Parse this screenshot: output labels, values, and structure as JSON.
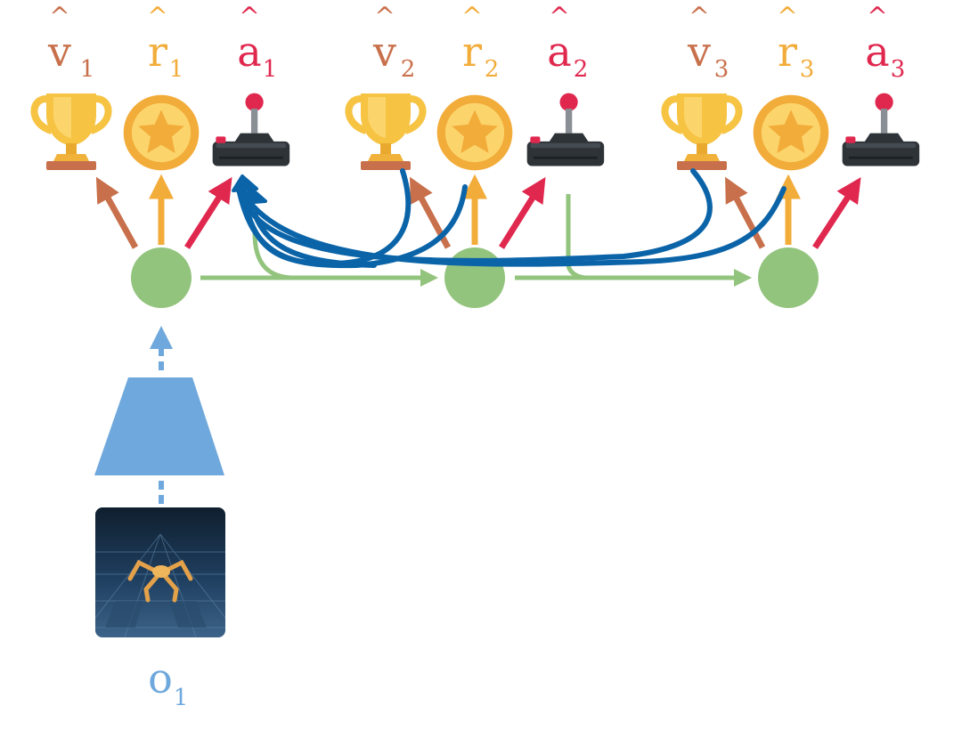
{
  "labels": {
    "v1": {
      "base": "v",
      "sub": "1"
    },
    "r1": {
      "base": "r",
      "sub": "1"
    },
    "a1": {
      "base": "a",
      "sub": "1"
    },
    "v2": {
      "base": "v",
      "sub": "2"
    },
    "r2": {
      "base": "r",
      "sub": "2"
    },
    "a2": {
      "base": "a",
      "sub": "2"
    },
    "v3": {
      "base": "v",
      "sub": "3"
    },
    "r3": {
      "base": "r",
      "sub": "3"
    },
    "a3": {
      "base": "a",
      "sub": "3"
    },
    "o1": {
      "base": "o",
      "sub": "1"
    }
  },
  "colors": {
    "value": "#c8704b",
    "reward": "#f2ac3a",
    "action": "#e0284f",
    "latent": "#93c47d",
    "encoder": "#6fa8dc",
    "gradient": "#0b64a8",
    "trophy": "#f6c342",
    "joystick": "#2e3338"
  },
  "icons": {
    "value": "trophy-icon",
    "reward": "star-medal-icon",
    "action": "joystick-icon",
    "observation": "robot-ant-image"
  }
}
